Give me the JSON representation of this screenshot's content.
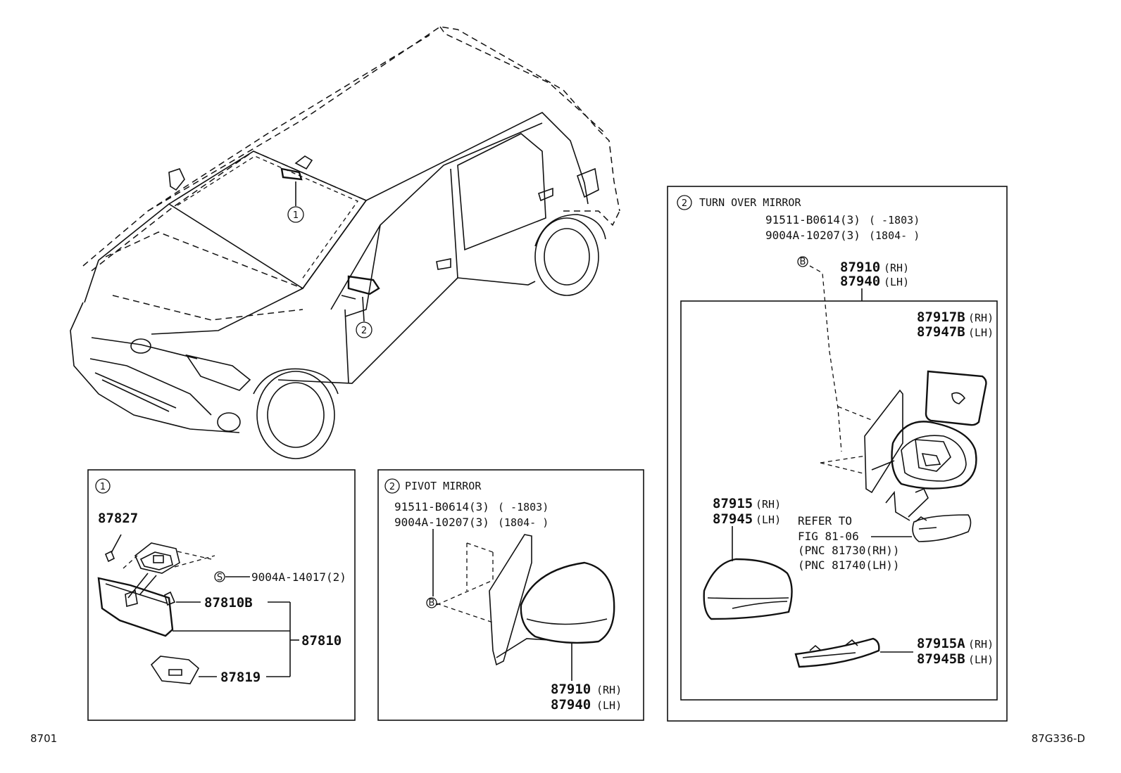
{
  "figure_code": "8701",
  "figure_ref": "87G336-D",
  "vehicle_callouts": [
    "1",
    "2"
  ],
  "box1": {
    "index": "1",
    "parts": {
      "stay": "87827",
      "screw": "9004A-14017(2)",
      "screw_symbol": "S",
      "mirror_sub": "87810B",
      "mirror_assy": "87810",
      "cover": "87819"
    }
  },
  "box2": {
    "index": "2",
    "title": "PIVOT MIRROR",
    "bolt1_pn": "91511-B0614(3)",
    "bolt1_range": "(      -1803)",
    "bolt2_pn": "9004A-10207(3)",
    "bolt2_range": "(1804-      )",
    "bolt_symbol": "B",
    "assy_rh_pn": "87910",
    "assy_rh_side": "(RH)",
    "assy_lh_pn": "87940",
    "assy_lh_side": "(LH)"
  },
  "box3": {
    "index": "2",
    "title": "TURN OVER MIRROR",
    "bolt1_pn": "91511-B0614(3)",
    "bolt1_range": "(      -1803)",
    "bolt2_pn": "9004A-10207(3)",
    "bolt2_range": "(1804-      )",
    "bolt_symbol": "B",
    "assy_rh_pn": "87910",
    "assy_rh_side": "(RH)",
    "assy_lh_pn": "87940",
    "assy_lh_side": "(LH)",
    "glass_rh_pn": "87917B",
    "glass_rh_side": "(RH)",
    "glass_lh_pn": "87947B",
    "glass_lh_side": "(LH)",
    "cover_rh_pn": "87915",
    "cover_rh_side": "(RH)",
    "cover_lh_pn": "87945",
    "cover_lh_side": "(LH)",
    "refer_line1": "REFER TO",
    "refer_line2": "FIG 81-06",
    "refer_line3": "(PNC 81730(RH))",
    "refer_line4": "(PNC 81740(LH))",
    "lamp_rh_pn": "87915A",
    "lamp_rh_side": "(RH)",
    "lamp_lh_pn": "87945B",
    "lamp_lh_side": "(LH)"
  }
}
